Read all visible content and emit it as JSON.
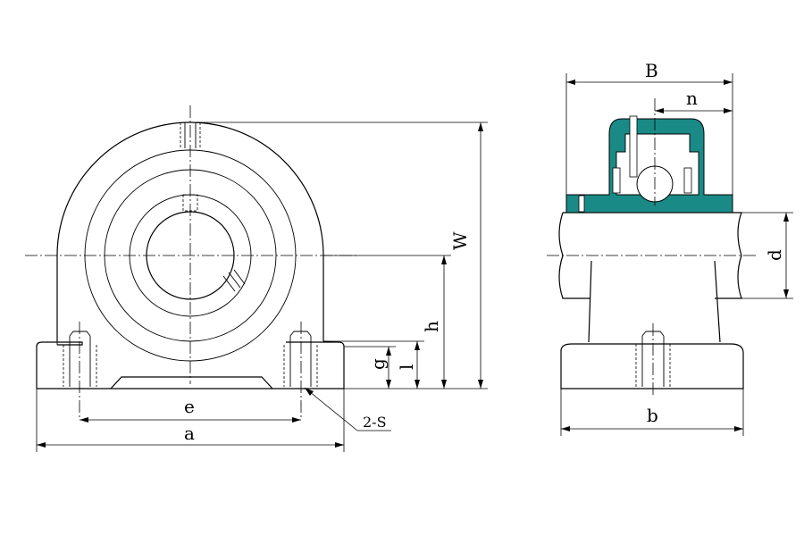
{
  "colors": {
    "insert": "#1a8a86",
    "line": "#000000",
    "background": "#ffffff"
  },
  "labels": {
    "W": "W",
    "h": "h",
    "l": "l",
    "g": "g",
    "e": "e",
    "a": "a",
    "S": "2-S",
    "B": "B",
    "n": "n",
    "d": "d",
    "b": "b"
  }
}
